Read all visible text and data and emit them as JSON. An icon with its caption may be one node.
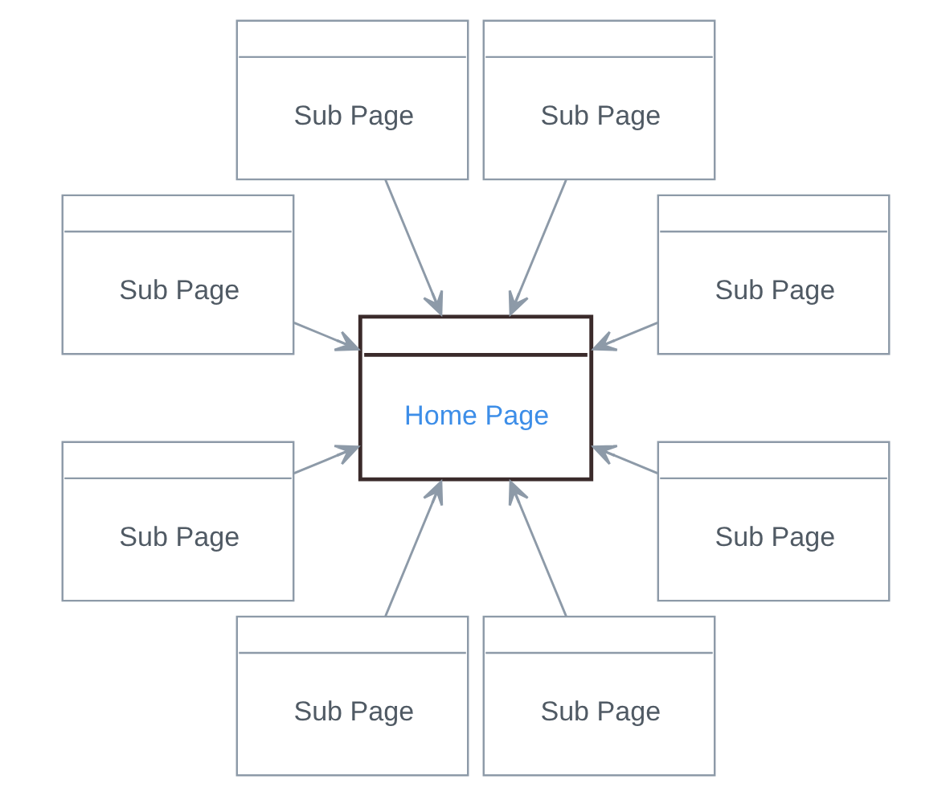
{
  "diagram": {
    "nodes": [
      {
        "text": [
          "Sub Page"
        ]
      },
      {
        "text": [
          "Sub Page"
        ]
      },
      {
        "text": [
          "Sub Page"
        ]
      },
      {
        "text": [
          "Sub Page"
        ]
      },
      {
        "text": [
          "Home Page"
        ]
      },
      {
        "text": [
          "Sub Page"
        ]
      },
      {
        "text": [
          "Sub Page"
        ]
      },
      {
        "text": [
          "Sub Page"
        ]
      },
      {
        "text": [
          "Sub Page"
        ]
      }
    ],
    "edges": [
      {
        "from": 0,
        "to": 4,
        "arrow": "to"
      },
      {
        "from": 1,
        "to": 4,
        "arrow": "to"
      },
      {
        "from": 2,
        "to": 4,
        "arrow": "to"
      },
      {
        "from": 3,
        "to": 4,
        "arrow": "to"
      },
      {
        "from": 5,
        "to": 4,
        "arrow": "to"
      },
      {
        "from": 6,
        "to": 4,
        "arrow": "to"
      },
      {
        "from": 7,
        "to": 4,
        "arrow": "to"
      },
      {
        "from": 8,
        "to": 4,
        "arrow": "to"
      }
    ]
  }
}
